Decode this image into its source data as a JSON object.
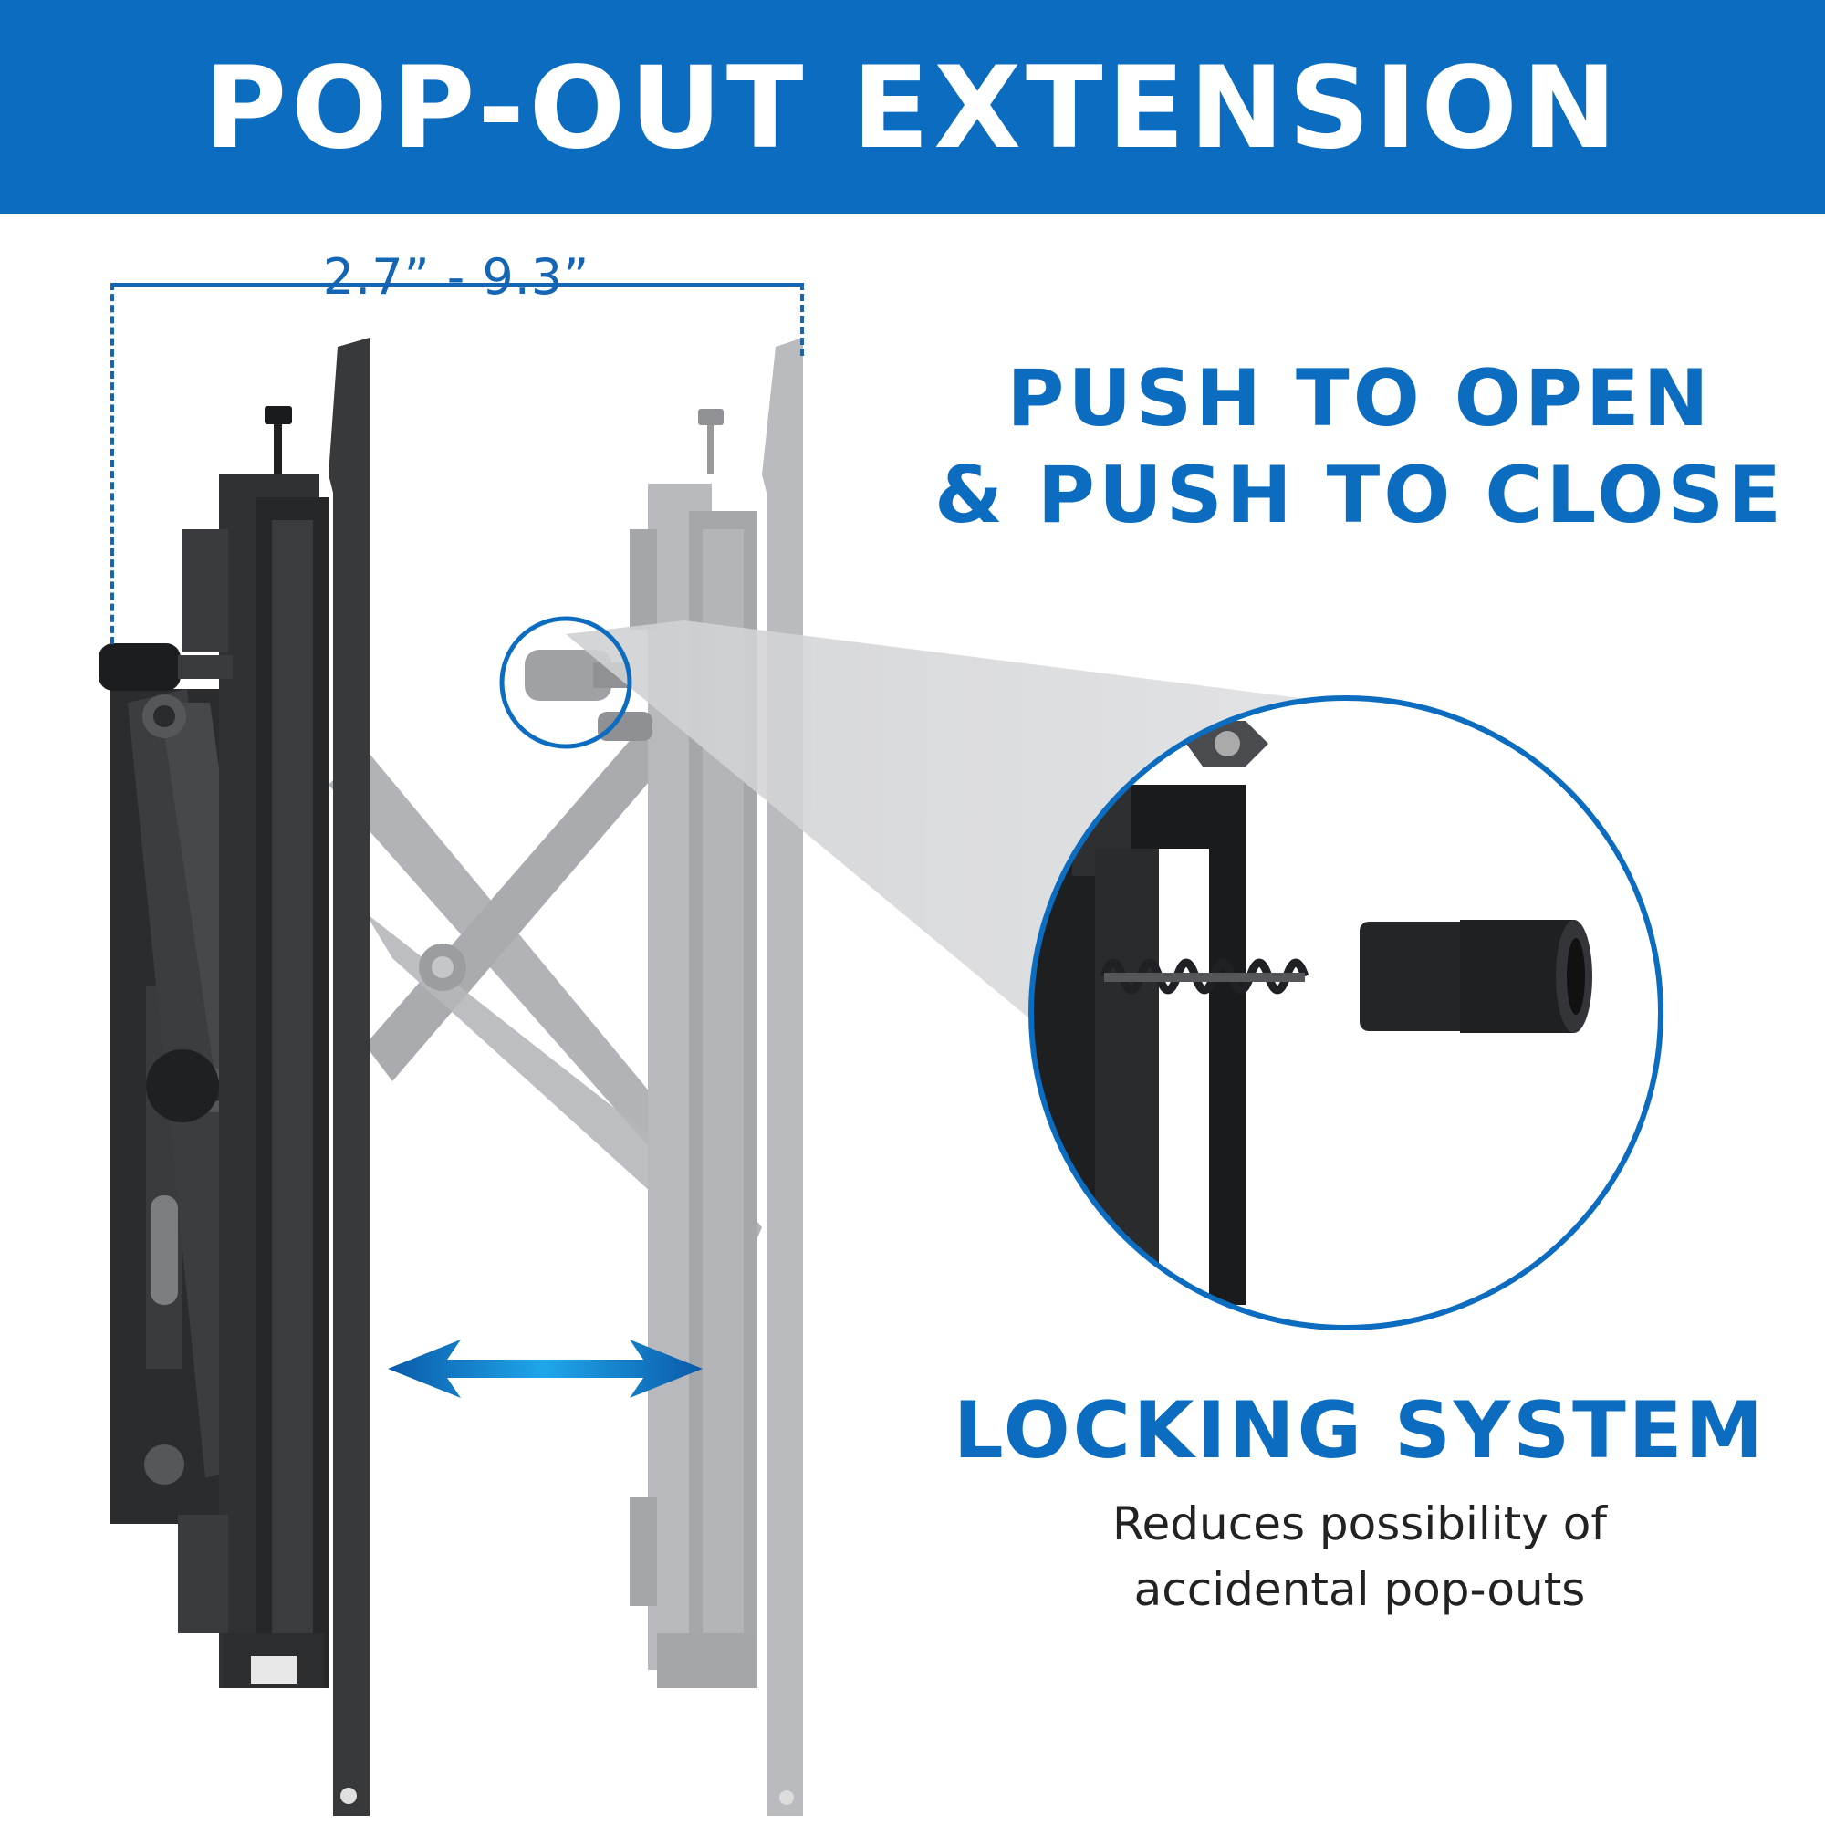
{
  "header": {
    "title": "POP-OUT EXTENSION"
  },
  "dimension": {
    "label": "2.7” - 9.3”"
  },
  "features": {
    "push_line_1": "PUSH TO OPEN",
    "push_line_2": "& PUSH TO CLOSE",
    "locking_title": "LOCKING SYSTEM",
    "locking_desc_line_1": "Reduces possibility of",
    "locking_desc_line_2": "accidental pop-outs"
  },
  "colors": {
    "brand_blue": "#0b6cc0",
    "dark_metal": "#2e2f31",
    "ghost_metal": "#a7a9ac"
  },
  "icons": [
    "double-arrow-icon",
    "zoom-callout-icon"
  ]
}
